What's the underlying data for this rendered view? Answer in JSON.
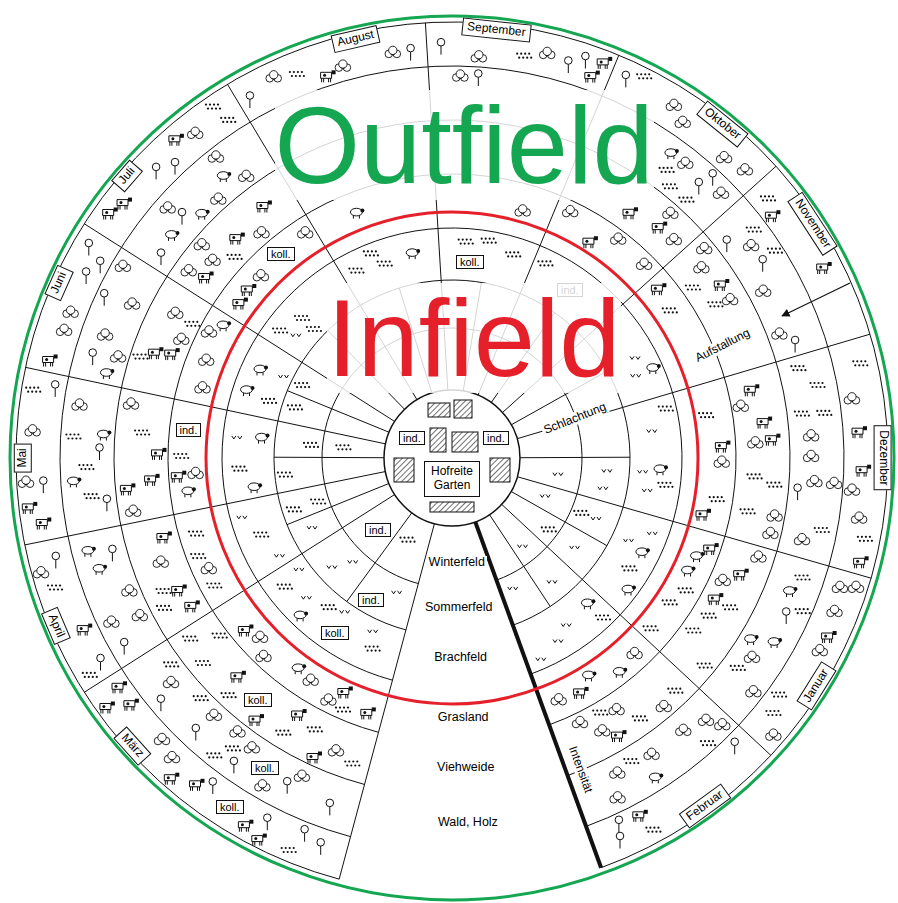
{
  "diagram": {
    "nodes": [
      {
        "text": [
          "Januar"
        ]
      },
      {
        "text": [
          "Februar"
        ]
      },
      {
        "text": [
          "März"
        ]
      },
      {
        "text": [
          "April"
        ]
      },
      {
        "text": [
          "Mai"
        ]
      },
      {
        "text": [
          "Juni"
        ]
      },
      {
        "text": [
          "Juli"
        ]
      },
      {
        "text": [
          "August"
        ]
      },
      {
        "text": [
          "September"
        ]
      },
      {
        "text": [
          "Oktober"
        ]
      },
      {
        "text": [
          "November"
        ]
      },
      {
        "text": [
          "Dezember"
        ]
      },
      {
        "text": [
          "Hofreite Garten"
        ]
      },
      {
        "text": [
          "ind."
        ]
      },
      {
        "text": [
          "ind."
        ]
      },
      {
        "text": [
          "koll."
        ]
      },
      {
        "text": [
          "ind."
        ]
      },
      {
        "text": [
          "koll."
        ]
      },
      {
        "text": [
          "ind."
        ]
      },
      {
        "text": [
          "ind."
        ]
      },
      {
        "text": [
          "ind."
        ]
      },
      {
        "text": [
          "koll."
        ]
      },
      {
        "text": [
          "koll."
        ]
      },
      {
        "text": [
          "koll."
        ]
      },
      {
        "text": [
          "koll."
        ]
      }
    ],
    "labels": [
      "Outfield",
      "Infield",
      "Aufstallung",
      "Schlachtung",
      "Winterfeld",
      "Sommerfeld",
      "Brachfeld",
      "Grasland",
      "Viehweide",
      "Wald, Holz",
      "Intensität"
    ]
  }
}
